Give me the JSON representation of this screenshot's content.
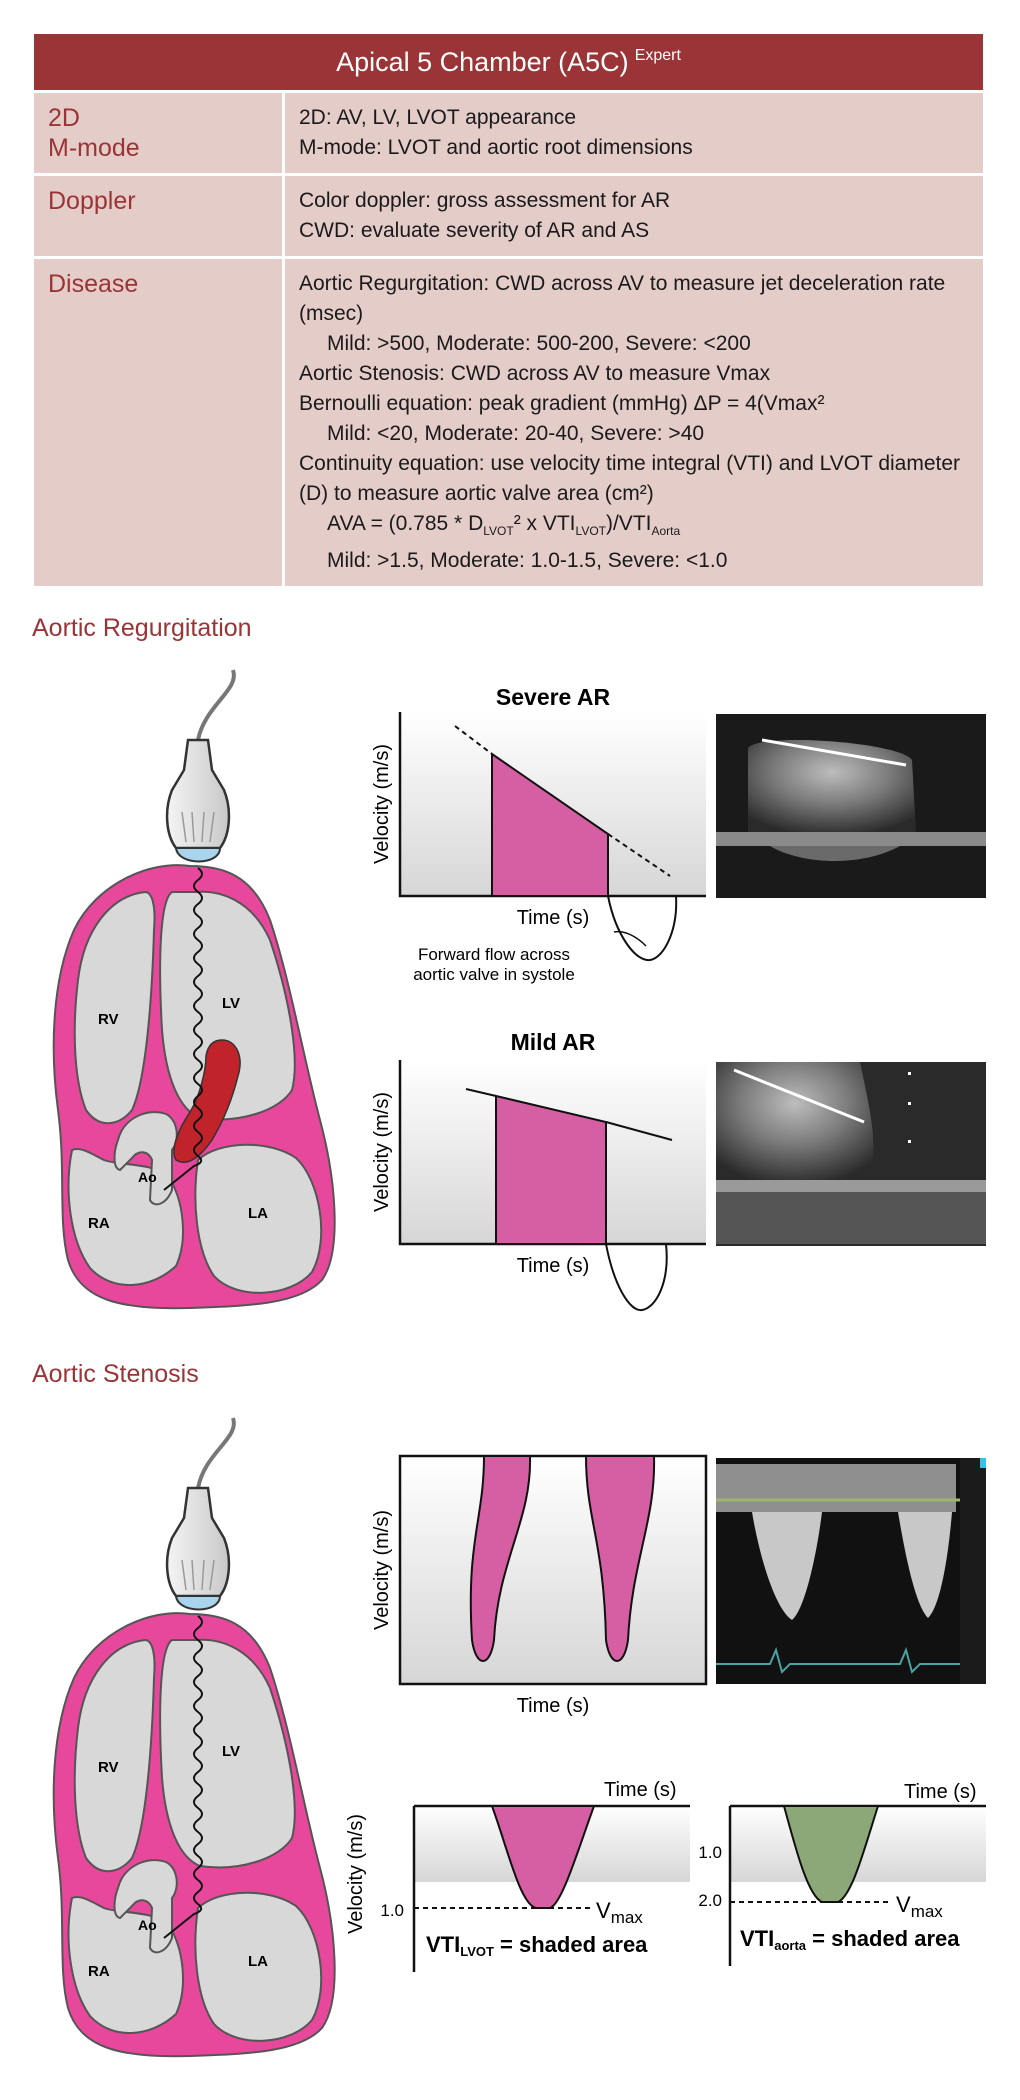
{
  "table": {
    "title": "Apical 5 Chamber (A5C)",
    "title_sup": "Expert",
    "rows": [
      {
        "label_1": "2D",
        "label_2": "M-mode",
        "line_1": "2D: AV, LV, LVOT appearance",
        "line_2": "M-mode: LVOT and aortic root dimensions"
      },
      {
        "label": "Doppler",
        "line_1": "Color doppler: gross assessment for AR",
        "line_2": "CWD: evaluate severity of AR and AS"
      },
      {
        "label": "Disease",
        "ar_line": "Aortic Regurgitation: CWD across AV to measure jet deceleration rate (msec)",
        "ar_grades": "Mild: >500, Moderate: 500-200, Severe: <200",
        "as_line": "Aortic Stenosis: CWD across AV to measure Vmax",
        "bernoulli": "Bernoulli equation: peak gradient (mmHg) ΔP = 4(Vmax²",
        "as_grades": "Mild: <20, Moderate: 20-40, Severe: >40",
        "continuity": "Continuity equation: use velocity time integral (VTI) and LVOT diameter (D) to measure aortic valve area (cm²)",
        "ava_a": "AVA = (0.785 * D",
        "ava_sub1": "LVOT",
        "ava_b": "² x VTI",
        "ava_sub2": "LVOT",
        "ava_c": ")/VTI",
        "ava_sub3": "Aorta",
        "ava_grades": "Mild: >1.5, Moderate: 1.0-1.5, Severe: <1.0"
      }
    ]
  },
  "sections": {
    "ar": "Aortic Regurgitation",
    "as": "Aortic Stenosis"
  },
  "heart_labels": {
    "rv": "RV",
    "lv": "LV",
    "ao": "Ao",
    "ra": "RA",
    "la": "LA"
  },
  "ar_charts": {
    "severe_title": "Severe AR",
    "mild_title": "Mild AR",
    "ylabel": "Velocity (m/s)",
    "xlabel": "Time (s)",
    "forward_note_1": "Forward flow across",
    "forward_note_2": "aortic valve in systole"
  },
  "as_charts": {
    "ylabel": "Velocity (m/s)",
    "xlabel": "Time (s)",
    "lvot_tick": "1.0",
    "aorta_tick_1": "1.0",
    "aorta_tick_2": "2.0",
    "vmax": "V",
    "vmax_sub": "max",
    "vti_lvot_main": "VTI",
    "vti_lvot_sub": "LVOT",
    "vti_aorta_main": "VTI",
    "vti_aorta_sub": "aorta",
    "shaded": " = shaded area"
  },
  "colors": {
    "accent": "#9a3436",
    "row_bg": "#e4ccc9",
    "magenta": "#e8489b",
    "regurg": "#c0232a",
    "pink_fill": "#d55fa2",
    "green_fill": "#8ca878",
    "probe_tip": "#a8d4ee"
  }
}
